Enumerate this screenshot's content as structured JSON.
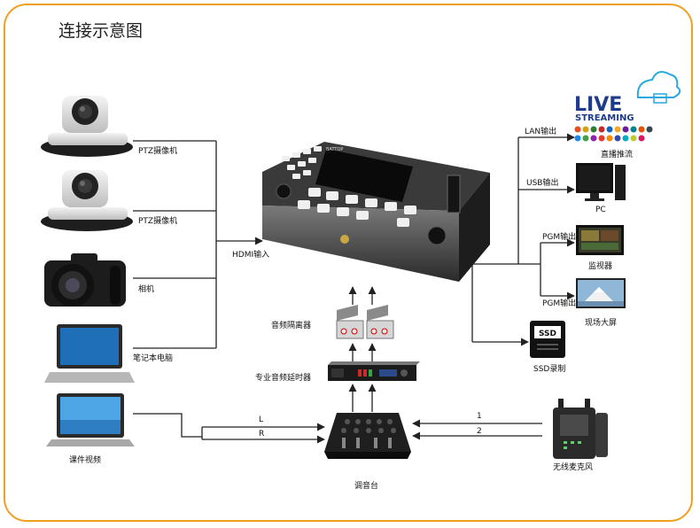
{
  "title": "连接示意图",
  "nodes": {
    "ptz1": "PTZ摄像机",
    "ptz2": "PTZ摄像机",
    "camera": "相机",
    "laptop": "笔记本电脑",
    "hdmi_in": "HDMI输入",
    "course_video": "课件视频",
    "audio_isolator": "音频隔离器",
    "audio_delay": "专业音频延时器",
    "mixer": "调音台",
    "wireless_mic": "无线麦克风",
    "lan_out": "LAN输出",
    "live": "直播推流",
    "usb_out": "USB输出",
    "pc": "PC",
    "pgm_out_1": "PGM输出",
    "monitor": "监视器",
    "pgm_out_2": "PGM输出",
    "big_screen": "现场大屏",
    "ssd": "SSD录制"
  },
  "links": {
    "l": "L",
    "r": "R",
    "ch1": "1",
    "ch2": "2"
  },
  "logo": {
    "live": "LIVE",
    "streaming": "STREAMING"
  },
  "device": {
    "brand": "BATTOP",
    "ssd_badge": "SSD"
  },
  "colors": {
    "border": "#f0a020",
    "line": "#222222",
    "logo_blue": "#1e3c8c",
    "logo_cyan": "#29a8e0"
  }
}
